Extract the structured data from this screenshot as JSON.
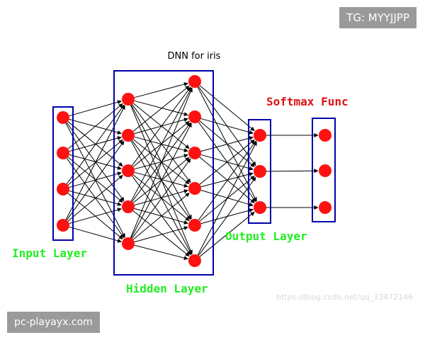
{
  "diagram": {
    "title": "DNN for iris",
    "layers": [
      {
        "label": "Input Layer",
        "nodes": 4
      },
      {
        "label": "Hidden Layer",
        "nodes": 11
      },
      {
        "label": "Output Layer",
        "nodes": 3
      },
      {
        "label": "Softmax Func",
        "nodes": 3
      }
    ]
  },
  "colors": {
    "node": "#ff1111",
    "box": "#0000aa",
    "label": "#22ee22",
    "softmax_label": "#dd1111"
  },
  "overlays": {
    "top_badge": "TG: MYYJJPP",
    "bottom_badge": "pc-playayx.com",
    "watermark": "https://blog.csdn.net/qq_33472146"
  }
}
